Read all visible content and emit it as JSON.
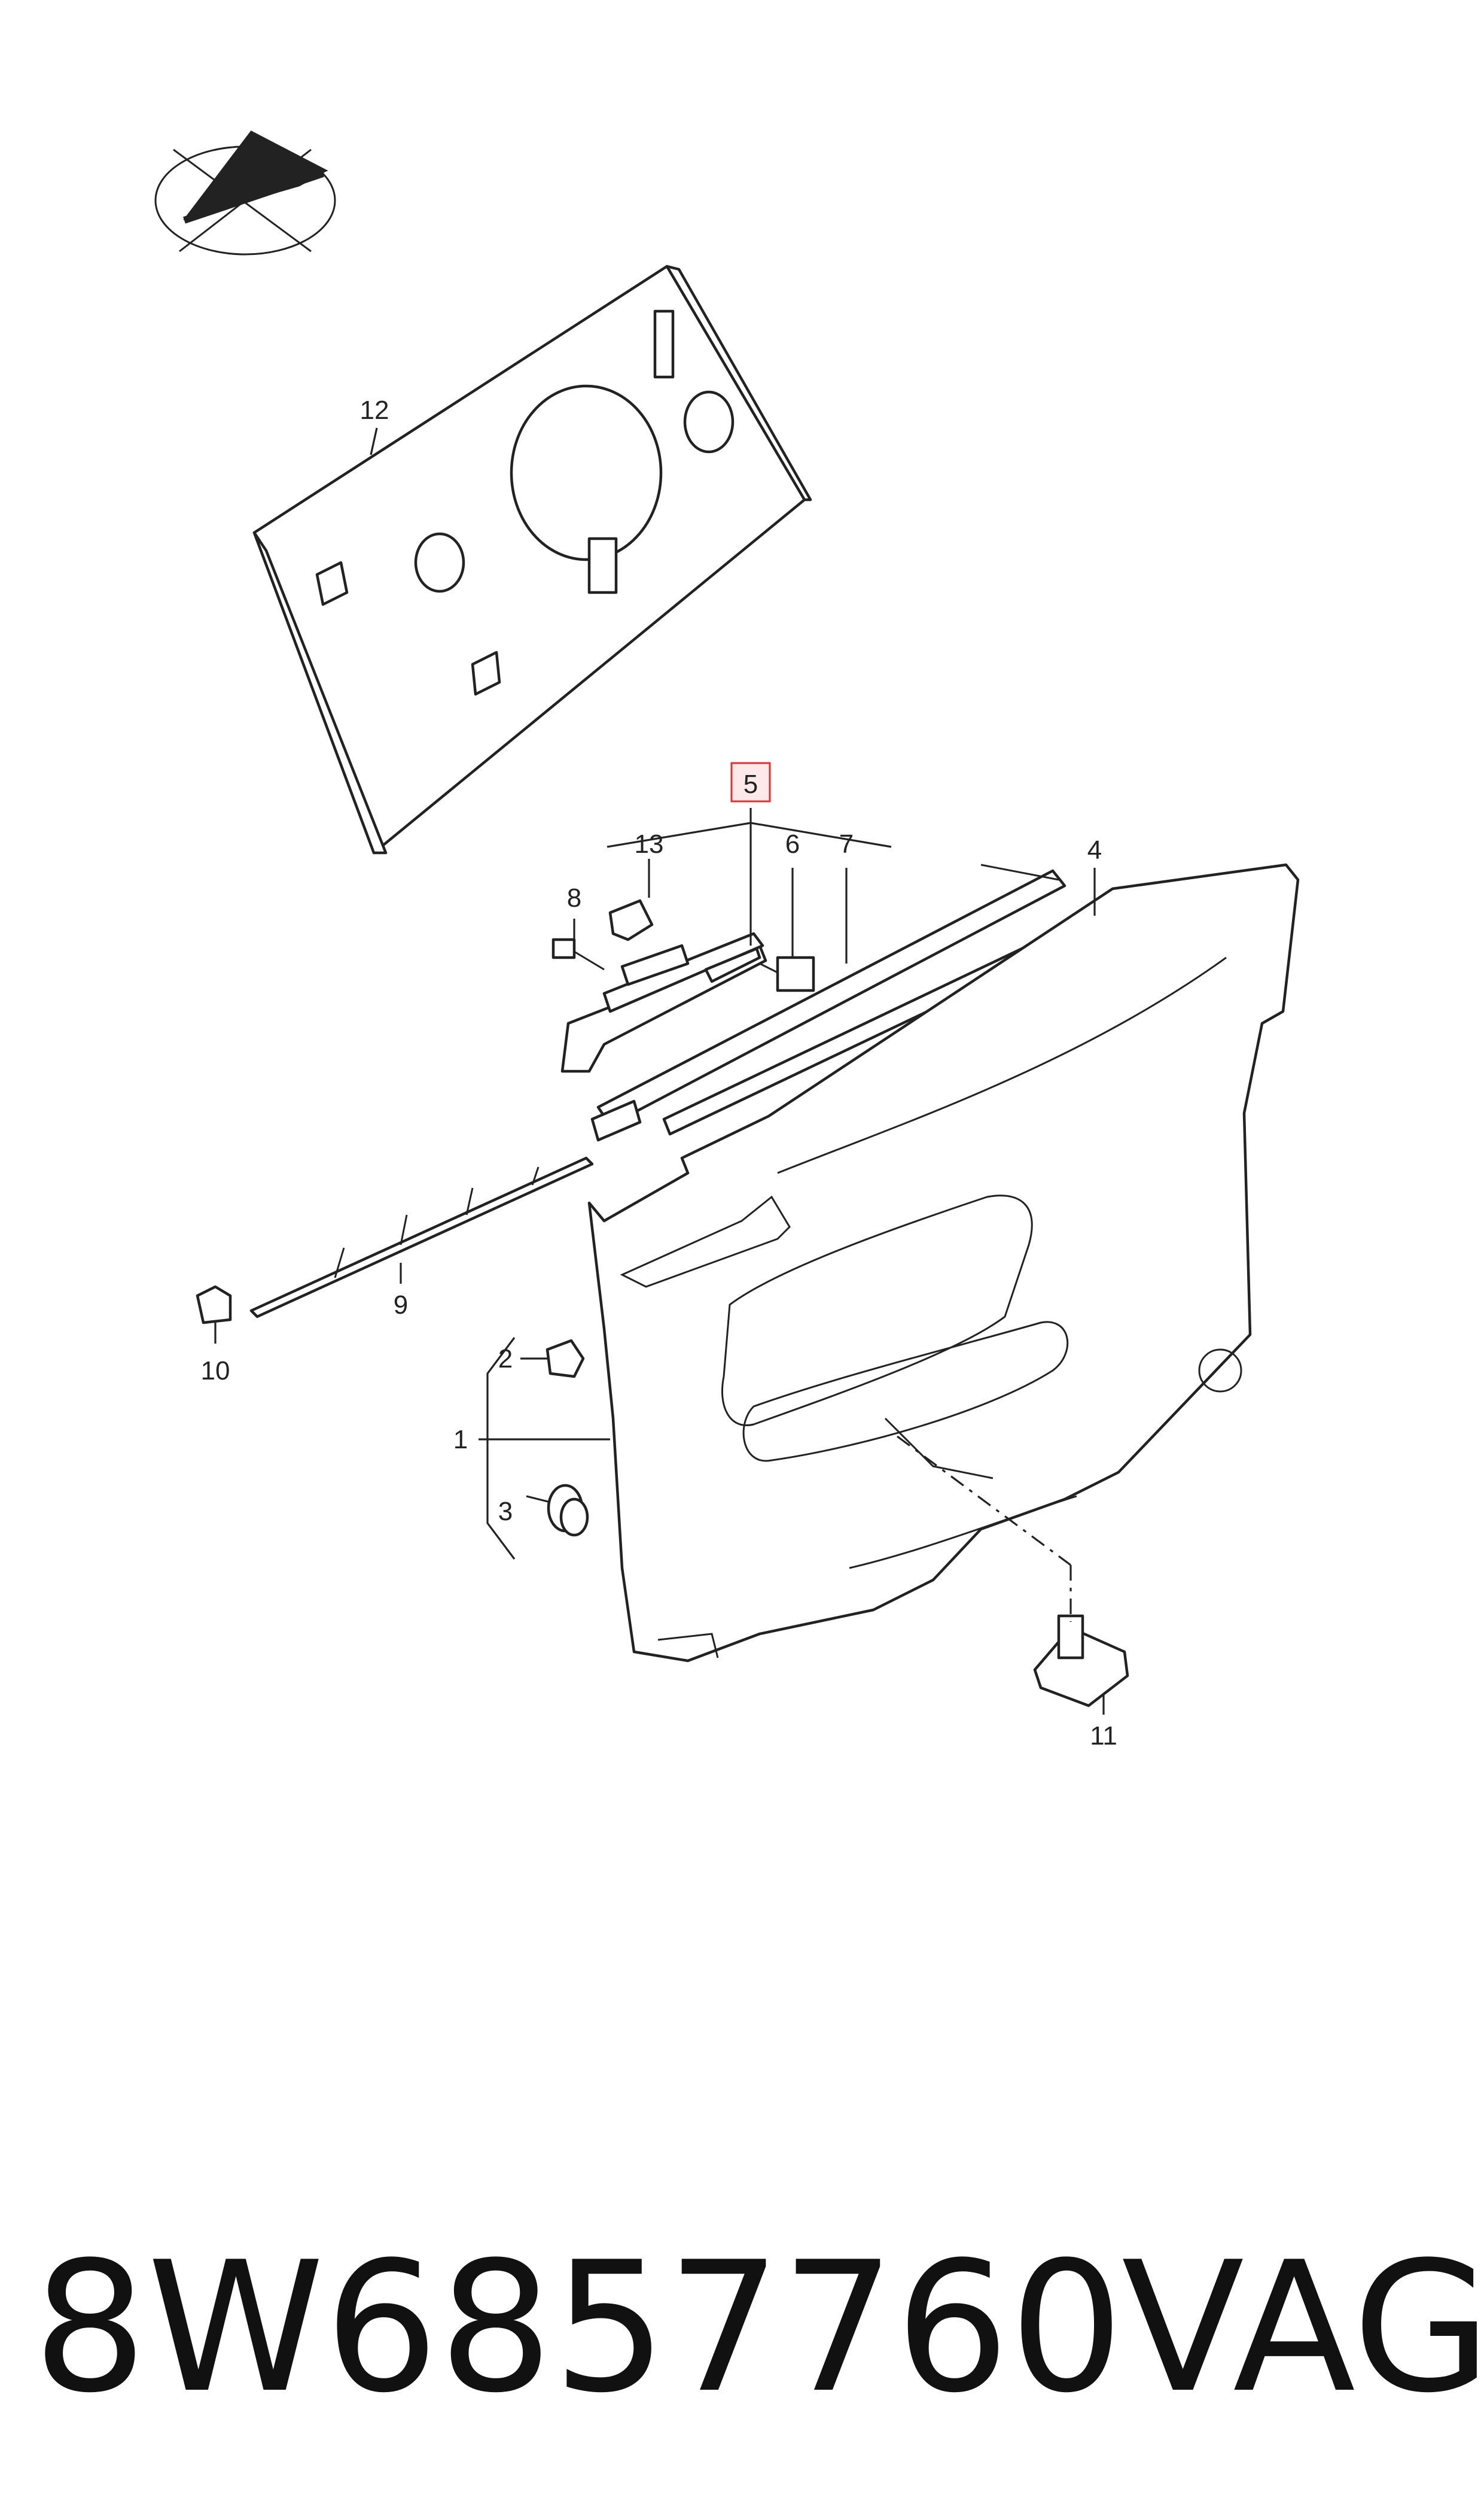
{
  "diagram": {
    "callouts": {
      "c1": "1",
      "c2": "2",
      "c3": "3",
      "c4": "4",
      "c5": "5",
      "c6": "6",
      "c7": "7",
      "c8": "8",
      "c9": "9",
      "c10": "10",
      "c11": "11",
      "c12": "12",
      "c13": "13"
    },
    "highlighted_callout": "5",
    "highlight_color": "#e03030",
    "orientation_icon": "vehicle-orientation-icon"
  },
  "footer": {
    "part_number": "8W6857760",
    "brand": "VAG"
  }
}
